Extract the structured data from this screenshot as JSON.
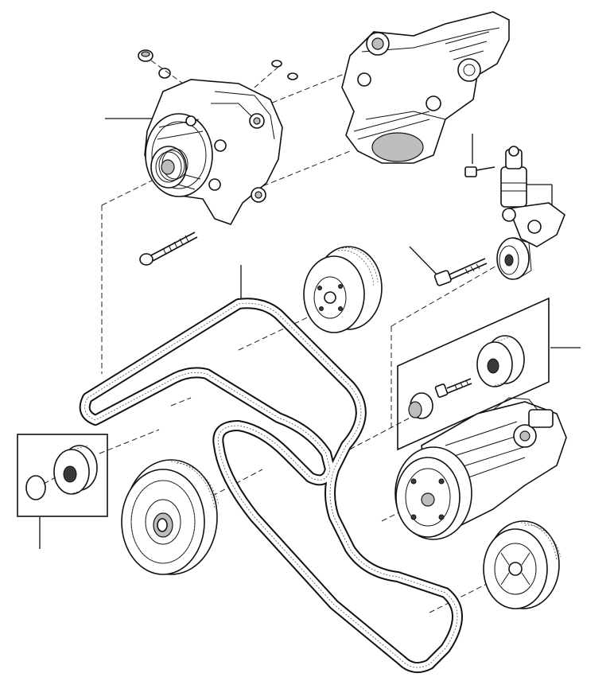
{
  "diagram": {
    "parts": [
      {
        "id": "alternator",
        "icon": "alternator-icon"
      },
      {
        "id": "engine-bracket",
        "icon": "bracket-icon"
      },
      {
        "id": "belt-tensioner",
        "icon": "tensioner-icon"
      },
      {
        "id": "tensioner-bolt",
        "icon": "bolt-icon"
      },
      {
        "id": "water-pump-pulley",
        "icon": "pulley-icon"
      },
      {
        "id": "drive-belt",
        "icon": "belt-icon"
      },
      {
        "id": "idler-pulley-kit",
        "icon": "pulley-icon"
      },
      {
        "id": "ac-compressor",
        "icon": "compressor-icon"
      },
      {
        "id": "crankshaft-pulley",
        "icon": "damper-icon"
      },
      {
        "id": "power-steering-pulley",
        "icon": "pulley-icon"
      },
      {
        "id": "guide-pulley-kit",
        "icon": "pulley-icon"
      }
    ]
  }
}
